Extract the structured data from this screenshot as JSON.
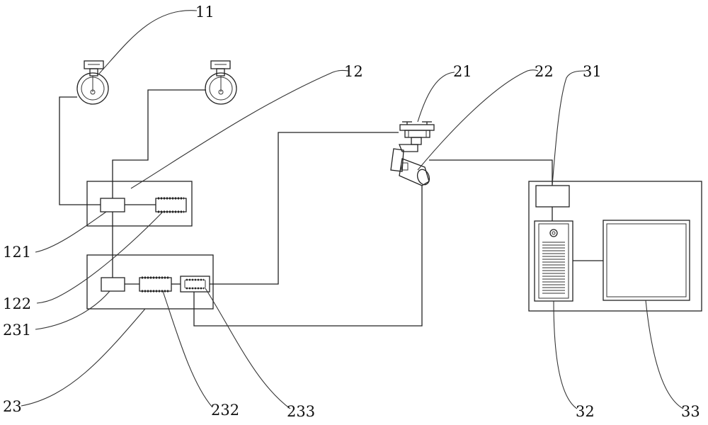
{
  "labels": {
    "l11": "11",
    "l12": "12",
    "l21": "21",
    "l22": "22",
    "l31": "31",
    "l121": "121",
    "l122": "122",
    "l231": "231",
    "l23": "23",
    "l232": "232",
    "l233": "233",
    "l32": "32",
    "l33": "33"
  }
}
